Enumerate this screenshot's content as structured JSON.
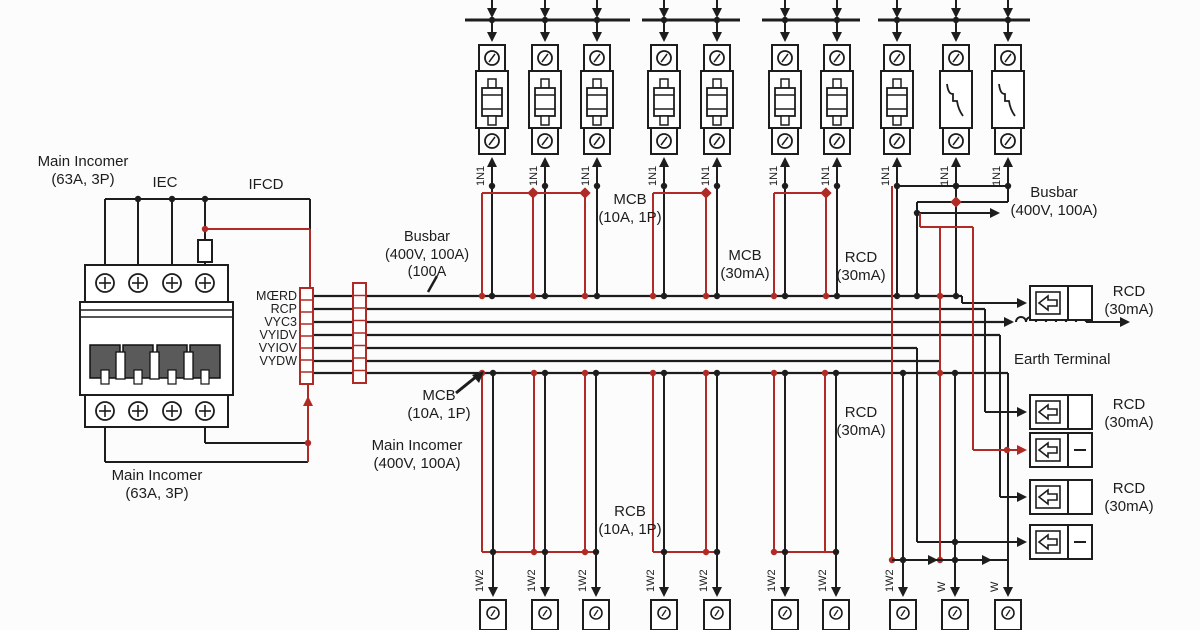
{
  "diagram": {
    "colors": {
      "wire": "#1d1d1d",
      "phase_accent": "#b02a26",
      "background": "#fcfcfc"
    },
    "labels": {
      "main_incomer_top": [
        "Main Incomer",
        "(63A, 3P)"
      ],
      "iec": "IEC",
      "ifcd": "IFCD",
      "bus_wires": [
        "MŒRD",
        "RCP",
        "VYC3",
        "VYIDV",
        "VYIOV",
        "VYDW"
      ],
      "busbar_left": [
        "Busbar",
        "(400V, 100A)",
        "(100A"
      ],
      "mcb_top": [
        "MCB",
        "(10A, 1P)"
      ],
      "mcb_mid": [
        "MCB",
        "(30mA)"
      ],
      "rcd_mid": [
        "RCD",
        "(30mA)"
      ],
      "busbar_right": [
        "Busbar",
        "(400V, 100A)"
      ],
      "rcd_right_top": [
        "RCD",
        "(30mA)"
      ],
      "earth_terminal": "Earth Terminal",
      "rcd_right_upper": [
        "RCD",
        "(30mA)"
      ],
      "rcd_right_lower": [
        "RCD",
        "(30mA)"
      ],
      "rcd_lower_mid": [
        "RCD",
        "(30mA)"
      ],
      "mcb_lower": [
        "MCB",
        "(10A, 1P)"
      ],
      "main_incomer_mid": [
        "Main Incomer",
        "(400V, 100A)"
      ],
      "rcb_lower": [
        "RCB",
        "(10A, 1P)"
      ],
      "main_incomer_caption": [
        "Main Incomer",
        "(63A, 3P)"
      ]
    },
    "top_feeders": [
      {
        "wire_label": "1N1",
        "device": "mcb"
      },
      {
        "wire_label": "1N1",
        "device": "mcb"
      },
      {
        "wire_label": "1N1",
        "device": "mcb"
      },
      {
        "wire_label": "1N1",
        "device": "mcb"
      },
      {
        "wire_label": "1N1",
        "device": "mcb"
      },
      {
        "wire_label": "1N1",
        "device": "mcb"
      },
      {
        "wire_label": "1N1",
        "device": "mcb"
      },
      {
        "wire_label": "1N1",
        "device": "mcb"
      },
      {
        "wire_label": "1N1",
        "device": "trip-curve"
      },
      {
        "wire_label": "1N1",
        "device": "trip-curve"
      }
    ],
    "bottom_feeders": [
      {
        "wire_label": "1W2"
      },
      {
        "wire_label": "1W2"
      },
      {
        "wire_label": "1W2"
      },
      {
        "wire_label": "1W2"
      },
      {
        "wire_label": "1W2"
      },
      {
        "wire_label": "1W2"
      },
      {
        "wire_label": "1W2"
      },
      {
        "wire_label": "1W2"
      },
      {
        "wire_label": "W"
      },
      {
        "wire_label": "W"
      }
    ],
    "rcd_units": [
      {
        "style": "plain"
      },
      {
        "style": "plain"
      },
      {
        "style": "dash"
      },
      {
        "style": "plain"
      },
      {
        "style": "dash"
      }
    ]
  }
}
